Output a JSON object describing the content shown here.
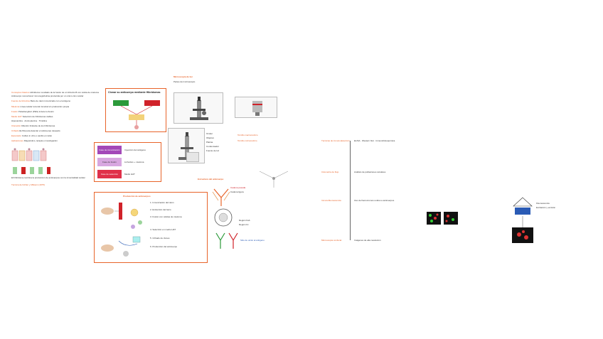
{
  "left_panel": {
    "lines": [
      {
        "label": "Conceptos básicos",
        "text": "Hibridoma: resultado de la fusión de un linfocito B con célula de mieloma"
      },
      {
        "label": "",
        "text": "Anticuerpo monoclonal: inmunoglobulina producida por un único clon celular"
      },
      {
        "label": "Fuente de linfocitos",
        "text": "Bazo de ratón inmunizado con el antígeno"
      },
      {
        "label": "Mieloma",
        "text": "Línea celular tumoral inmortal sin producción propia"
      },
      {
        "label": "Fusión",
        "text": "Polietilenglicol (PEG) induce la fusión"
      },
      {
        "label": "Medio HAT",
        "text": "Selección de hibridomas viables"
      },
      {
        "label": "",
        "text": "Hipoxantina · Aminopterina · Timidina"
      },
      {
        "label": "Clonación",
        "text": "Dilución limitante de los hibridomas"
      },
      {
        "label": "Cribado",
        "text": "ELISA para detectar el anticuerpo deseado"
      },
      {
        "label": "Expansión",
        "text": "Cultivo in vitro o ascitis en ratón"
      },
      {
        "label": "Aplicaciones",
        "text": "Diagnóstico, terapia e investigación"
      }
    ],
    "bottom_note": "El hibridoma combina la producción de anticuerpos con la inmortalidad celular",
    "bottom_sub": "Técnica de Köhler y Milstein (1975)"
  },
  "method_box": {
    "title": "Clonar su anticuerpo mediante Hibridomas"
  },
  "purple_box": {
    "rows": [
      {
        "label": "Fase de inmunización",
        "text": "Inyección del antígeno"
      },
      {
        "label": "Fase de fusión",
        "text": "Linfocitos + mieloma"
      },
      {
        "label": "Fase de selección",
        "text": "Medio HAT"
      }
    ]
  },
  "microscope_section": {
    "title": "Microscopía de luz",
    "subtitle": "Partes del microscopio",
    "labels": [
      "Ocular",
      "Objetivo",
      "Platina",
      "Condensador",
      "Fuente de luz",
      "Tornillo macrométrico",
      "Tornillo micrométrico"
    ]
  },
  "antibody_section": {
    "title": "Estructura del anticuerpo",
    "labels": [
      "Cadena pesada",
      "Cadena ligera",
      "Región Fab",
      "Región Fc",
      "Sitio de unión al antígeno"
    ]
  },
  "production_box": {
    "title": "Producción de anticuerpos",
    "steps": [
      "1. Inmunización del ratón",
      "2. Extracción del bazo",
      "3. Fusión con células de mieloma",
      "4. Selección en medio HAT",
      "5. Cribado de clones",
      "6. Producción del anticuerpo"
    ]
  },
  "right_panel": {
    "groups": [
      {
        "label": "Técnicas de inmunodetección",
        "text": "ELISA · Western blot · Inmunohistoquímica"
      },
      {
        "label": "Citometría de flujo",
        "text": "Análisis de poblaciones celulares"
      },
      {
        "label": "Inmunofluorescencia",
        "text": "Uso de fluorocromos unidos a anticuerpos"
      },
      {
        "label": "Microscopía confocal",
        "text": "Imágenes de alta resolución"
      }
    ]
  },
  "far_right": {
    "label": "Fluorescencia",
    "sublabel": "Excitación y emisión"
  }
}
